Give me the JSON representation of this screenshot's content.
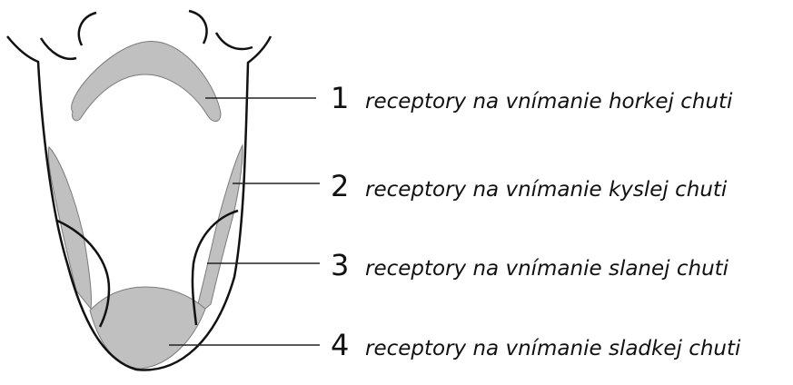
{
  "diagram": {
    "labels": [
      {
        "number": "1",
        "text": "receptory na vnímanie horkej chuti"
      },
      {
        "number": "2",
        "text": "receptory na vnímanie kyslej chuti"
      },
      {
        "number": "3",
        "text": "receptory na vnímanie slanej chuti"
      },
      {
        "number": "4",
        "text": "receptory na vnímanie sladkej chuti"
      }
    ],
    "colors": {
      "outline": "#111111",
      "receptor_fill": "#c0c0c0",
      "receptor_stroke": "#555555",
      "leader_line": "#222222",
      "background": "#ffffff"
    }
  }
}
